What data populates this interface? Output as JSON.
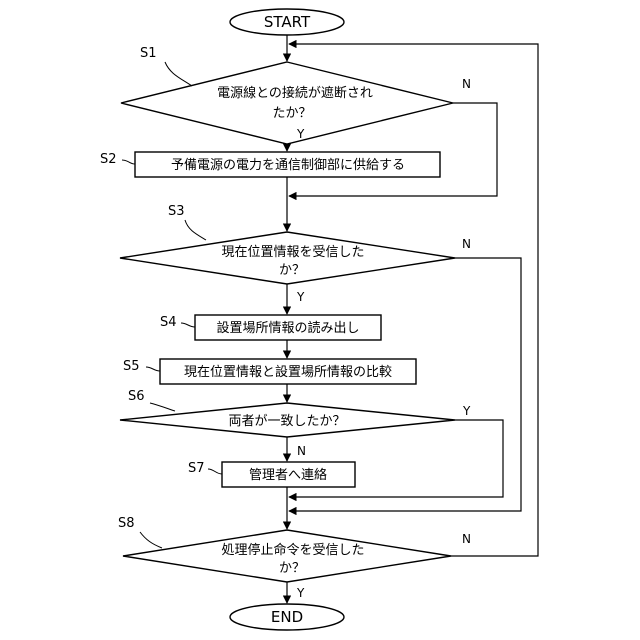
{
  "start_label": "START",
  "end_label": "END",
  "yes": "Y",
  "no": "N",
  "steps": [
    {
      "id": "S1",
      "lines": [
        "電源線との接続が遮断され",
        "たか？"
      ]
    },
    {
      "id": "S2",
      "lines": [
        "予備電源の電力を通信制御部に供給する"
      ]
    },
    {
      "id": "S3",
      "lines": [
        "現在位置情報を受信した",
        "か？"
      ]
    },
    {
      "id": "S4",
      "lines": [
        "設置場所情報の読み出し"
      ]
    },
    {
      "id": "S5",
      "lines": [
        "現在位置情報と設置場所情報の比較"
      ]
    },
    {
      "id": "S6",
      "lines": [
        "両者が一致したか？"
      ]
    },
    {
      "id": "S7",
      "lines": [
        "管理者へ連絡"
      ]
    },
    {
      "id": "S8",
      "lines": [
        "処理停止命令を受信した",
        "か？"
      ]
    }
  ]
}
